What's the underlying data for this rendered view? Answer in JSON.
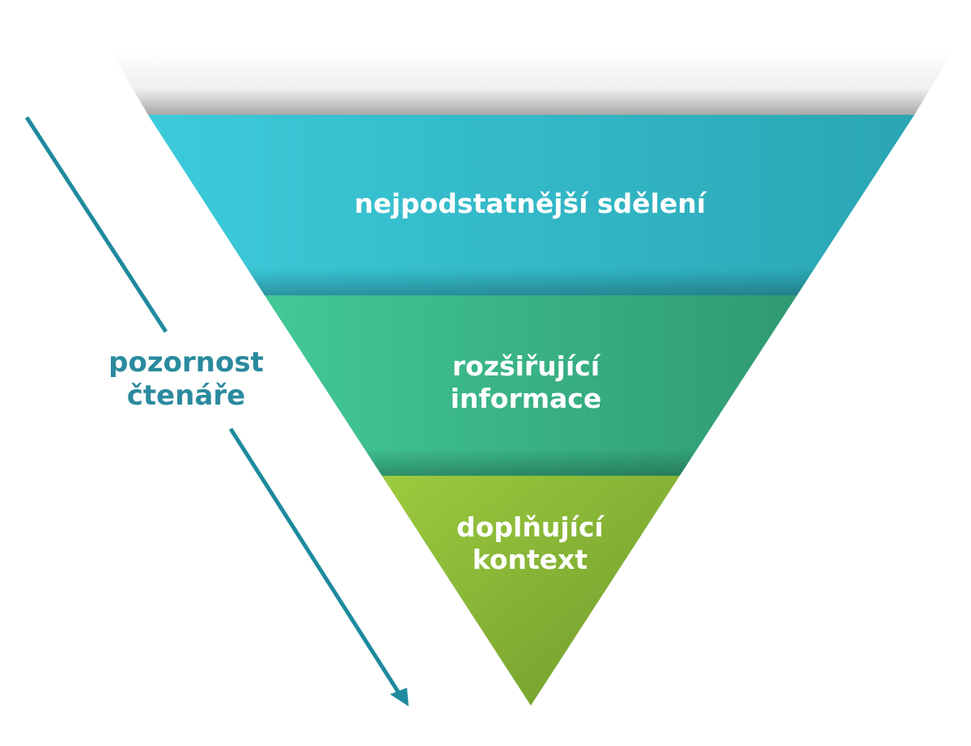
{
  "layers": [
    {
      "label": "nejpodstatnější sdělení",
      "color": "#3bc6d6"
    },
    {
      "label_line1": "rozšiřující",
      "label_line2": "informace",
      "color": "#3fc393"
    },
    {
      "label_line1": "doplňující",
      "label_line2": "kontext",
      "color": "#8fc23a"
    }
  ],
  "arrow": {
    "label_line1": "pozornost",
    "label_line2": "čtenáře",
    "color": "#1f8a9e"
  }
}
